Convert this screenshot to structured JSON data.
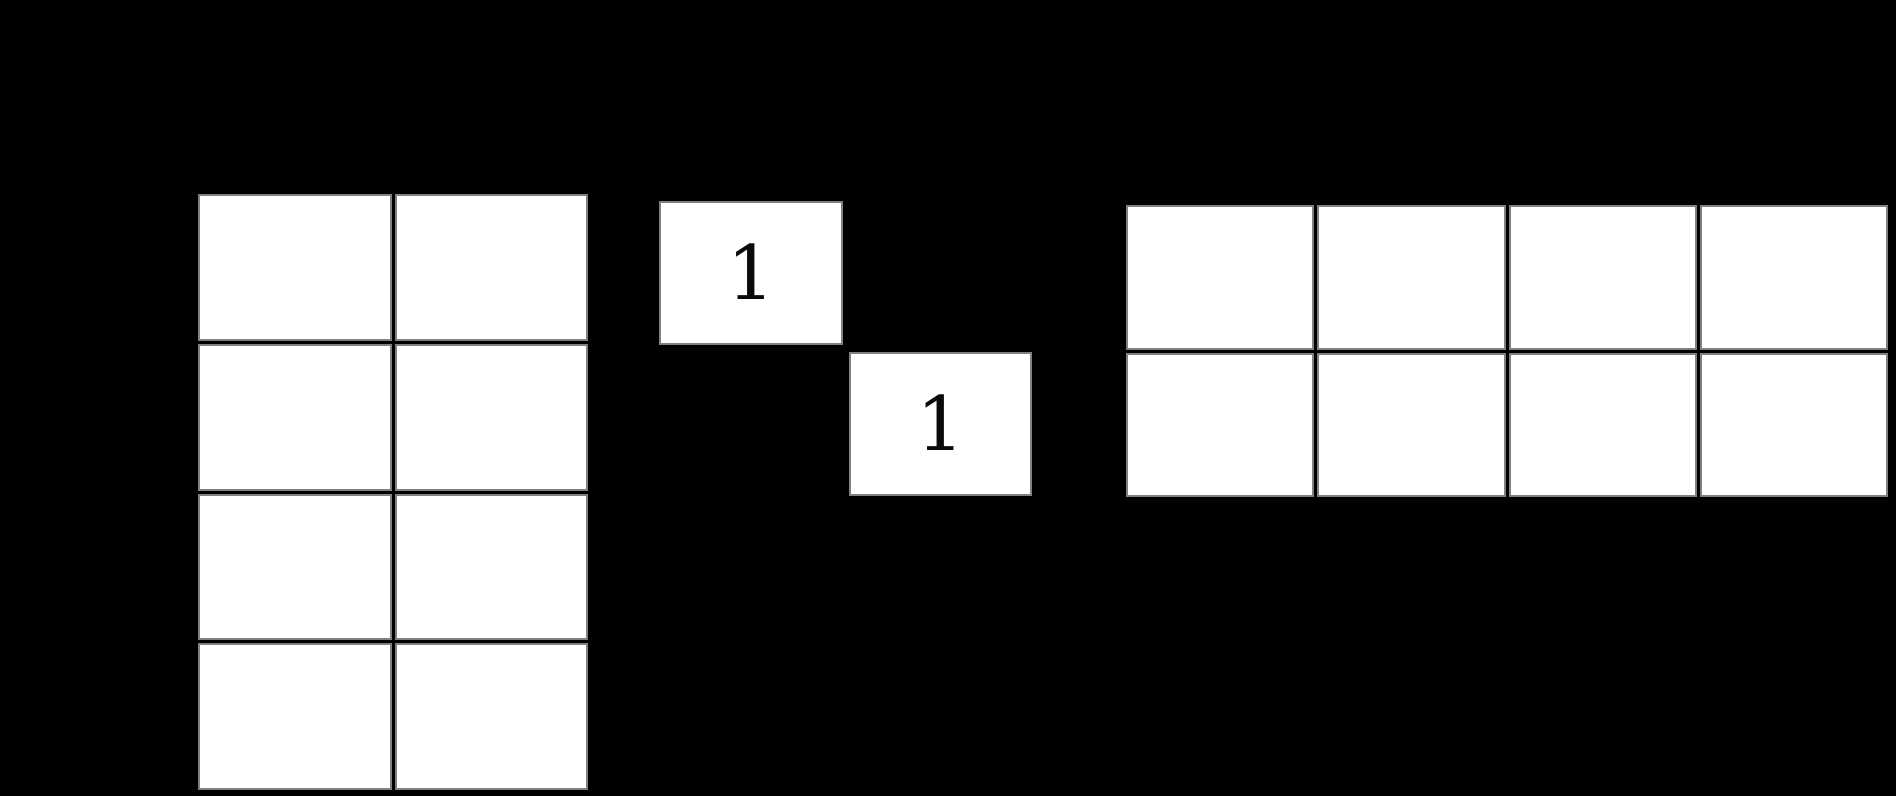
{
  "colors": {
    "background": "#000000",
    "cell_fill": "#ffffff",
    "cell_edge": "#808080",
    "grid_line": "#000000",
    "digit_color": "#0a0a0a"
  },
  "diagram": {
    "description_of_visible_content": "three matrix grids on black background",
    "grids": [
      {
        "target": "left-grid",
        "name": "left-matrix",
        "rows": 4,
        "cols": 2,
        "cells": [
          {
            "row": 0,
            "col": 0,
            "label": ""
          },
          {
            "row": 0,
            "col": 1,
            "label": ""
          },
          {
            "row": 1,
            "col": 0,
            "label": ""
          },
          {
            "row": 1,
            "col": 1,
            "label": ""
          },
          {
            "row": 2,
            "col": 0,
            "label": ""
          },
          {
            "row": 2,
            "col": 1,
            "label": ""
          },
          {
            "row": 3,
            "col": 0,
            "label": ""
          },
          {
            "row": 3,
            "col": 1,
            "label": ""
          }
        ]
      },
      {
        "target": "identity-grid",
        "name": "identity-matrix",
        "rows": 2,
        "cols": 2,
        "cells": [
          {
            "row": 0,
            "col": 0,
            "label": "1"
          },
          {
            "row": 1,
            "col": 1,
            "label": "1"
          }
        ]
      },
      {
        "target": "right-grid",
        "name": "right-matrix",
        "rows": 2,
        "cols": 4,
        "cells": [
          {
            "row": 0,
            "col": 0,
            "label": ""
          },
          {
            "row": 0,
            "col": 1,
            "label": ""
          },
          {
            "row": 0,
            "col": 2,
            "label": ""
          },
          {
            "row": 0,
            "col": 3,
            "label": ""
          },
          {
            "row": 1,
            "col": 0,
            "label": ""
          },
          {
            "row": 1,
            "col": 1,
            "label": ""
          },
          {
            "row": 1,
            "col": 2,
            "label": ""
          },
          {
            "row": 1,
            "col": 3,
            "label": ""
          }
        ]
      }
    ]
  }
}
